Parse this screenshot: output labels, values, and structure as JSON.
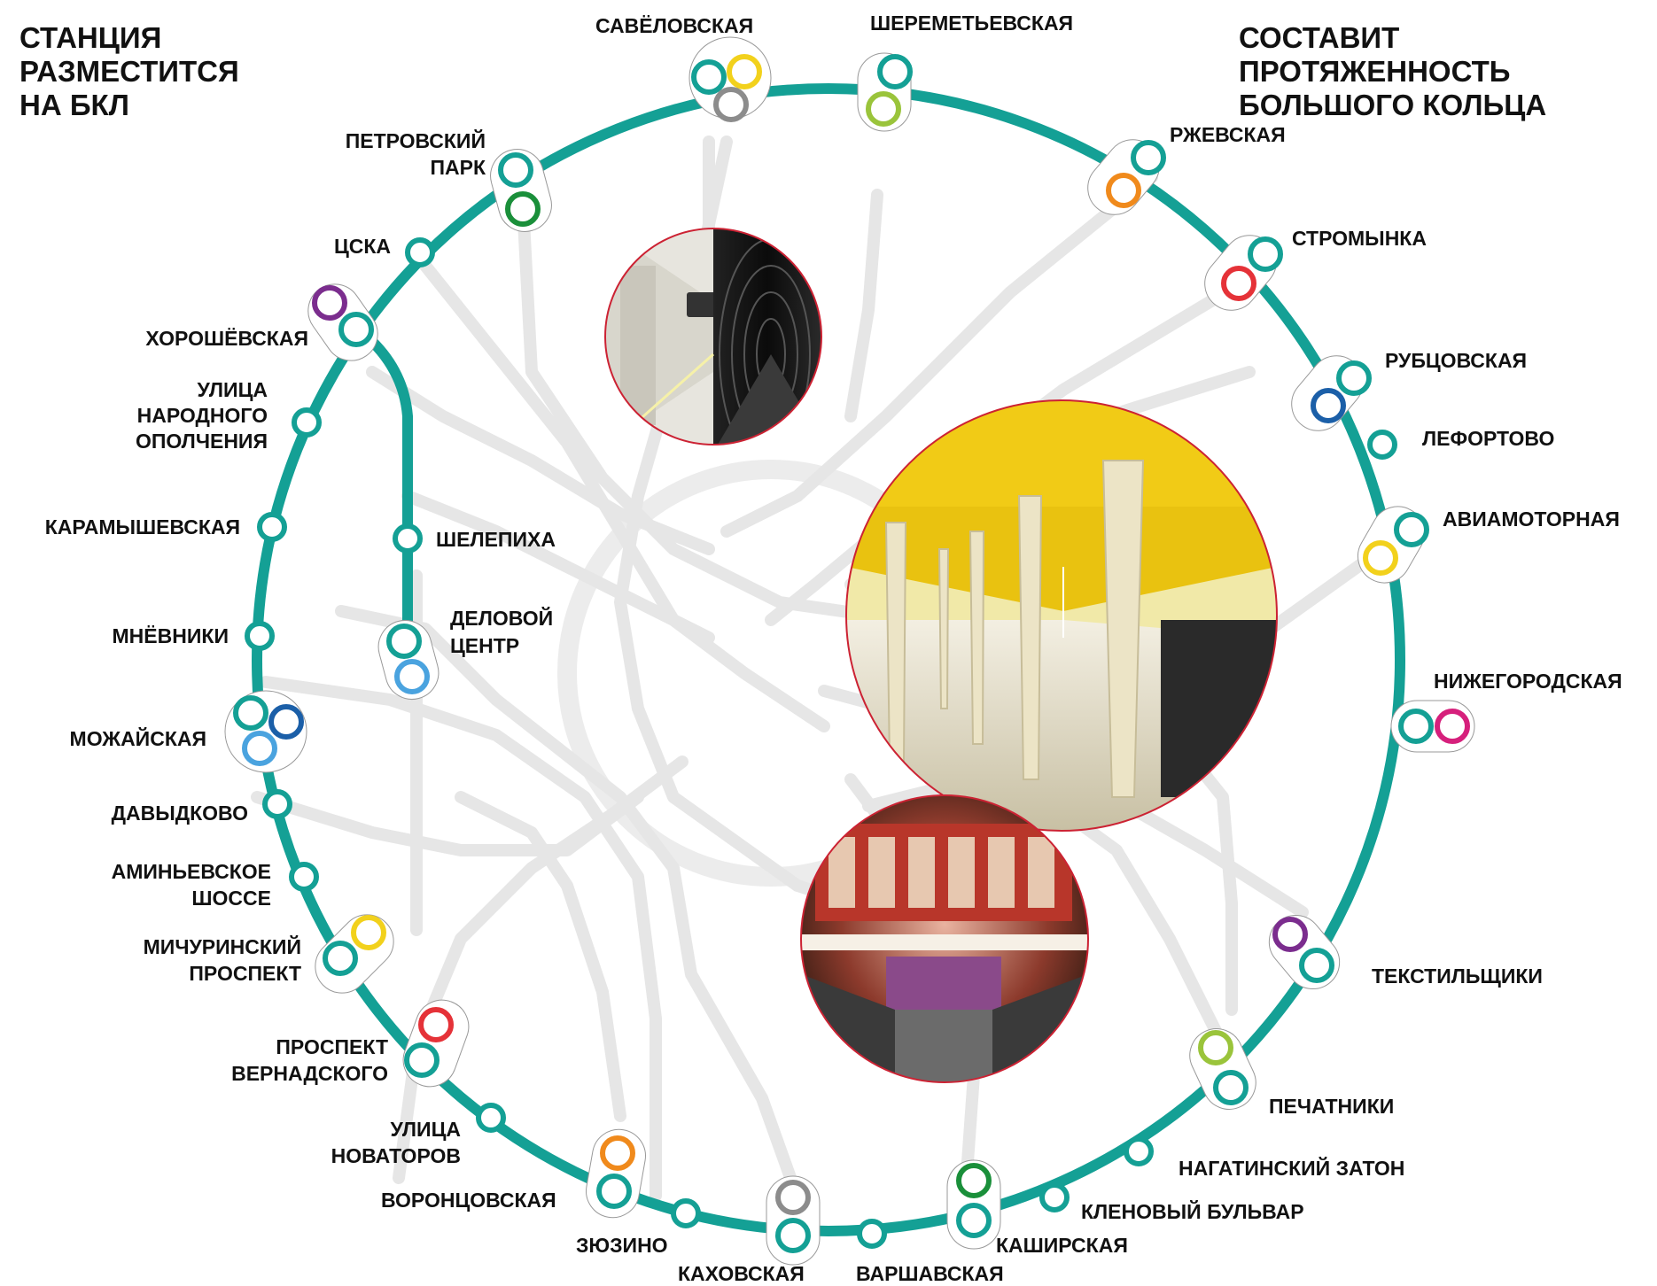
{
  "header": {
    "left_caption": [
      "СТАНЦИЯ",
      "РАЗМЕСТИТСЯ",
      "НА БКЛ"
    ],
    "right_caption": [
      "СОСТАВИТ ПРОТЯЖЕННОСТЬ",
      "БОЛЬШОГО КОЛЬЦА"
    ]
  },
  "colors": {
    "ring_line": "#14a095",
    "background_lines": "#e6e6e6",
    "photo_border": "#cc2233",
    "lines": {
      "zamoskvoretskaya_green": "#1a8f3a",
      "sokolnicheskaya_red": "#e53238",
      "filyovskaya_lightblue": "#4aa3df",
      "arbatsko_pokrovskaya_blue": "#1b5fa8",
      "kaluzhsko_rizhskaya_orange": "#f08a1c",
      "tagansko_krasnopresnenskaya_purple": "#7b2d8e",
      "kalininskaya_yellow": "#f2d11c",
      "serpukhovskaya_grey": "#8c8c8c",
      "lyublinskaya_lightgreen": "#9ac43b",
      "nekrasovskaya_pink": "#d6207c"
    }
  },
  "stations": [
    {
      "name": "САВЁЛОВСКАЯ",
      "transfers": [
        "kalininskaya_yellow",
        "serpukhovskaya_grey"
      ]
    },
    {
      "name": "ШЕРЕМЕТЬЕВСКАЯ",
      "transfers": [
        "lyublinskaya_lightgreen"
      ]
    },
    {
      "name": "РЖЕВСКАЯ",
      "transfers": [
        "kaluzhsko_rizhskaya_orange"
      ]
    },
    {
      "name": "СТРОМЫНКА",
      "transfers": [
        "sokolnicheskaya_red"
      ]
    },
    {
      "name": "РУБЦОВСКАЯ",
      "transfers": [
        "arbatsko_pokrovskaya_blue"
      ]
    },
    {
      "name": "ЛЕФОРТОВО",
      "transfers": []
    },
    {
      "name": "АВИАМОТОРНАЯ",
      "transfers": [
        "kalininskaya_yellow"
      ]
    },
    {
      "name": "НИЖЕГОРОДСКАЯ",
      "transfers": [
        "nekrasovskaya_pink"
      ]
    },
    {
      "name": "ТЕКСТИЛЬЩИКИ",
      "transfers": [
        "tagansko_krasnopresnenskaya_purple"
      ]
    },
    {
      "name": "ПЕЧАТНИКИ",
      "transfers": [
        "lyublinskaya_lightgreen"
      ]
    },
    {
      "name": "НАГАТИНСКИЙ ЗАТОН",
      "transfers": []
    },
    {
      "name": "КЛЕНОВЫЙ БУЛЬВАР",
      "transfers": []
    },
    {
      "name": "КАШИРСКАЯ",
      "transfers": [
        "zamoskvoretskaya_green"
      ]
    },
    {
      "name": "ВАРШАВСКАЯ",
      "transfers": []
    },
    {
      "name": "КАХОВСКАЯ",
      "transfers": [
        "serpukhovskaya_grey"
      ]
    },
    {
      "name": "ЗЮЗИНО",
      "transfers": []
    },
    {
      "name": "ВОРОНЦОВСКАЯ",
      "transfers": [
        "kaluzhsko_rizhskaya_orange"
      ]
    },
    {
      "name": "УЛИЦА НОВАТОРОВ",
      "transfers": []
    },
    {
      "name": "ПРОСПЕКТ ВЕРНАДСКОГО",
      "transfers": [
        "sokolnicheskaya_red"
      ]
    },
    {
      "name": "МИЧУРИНСКИЙ ПРОСПЕКТ",
      "transfers": [
        "kalininskaya_yellow"
      ]
    },
    {
      "name": "АМИНЬЕВСКОЕ ШОССЕ",
      "transfers": []
    },
    {
      "name": "ДАВЫДКОВО",
      "transfers": []
    },
    {
      "name": "МОЖАЙСКАЯ",
      "transfers": [
        "arbatsko_pokrovskaya_blue",
        "filyovskaya_lightblue"
      ]
    },
    {
      "name": "МНЁВНИКИ",
      "transfers": []
    },
    {
      "name": "КАРАМЫШЕВСКАЯ",
      "transfers": []
    },
    {
      "name": "УЛИЦА НАРОДНОГО ОПОЛЧЕНИЯ",
      "transfers": []
    },
    {
      "name": "ХОРОШЁВСКАЯ",
      "transfers": [
        "tagansko_krasnopresnenskaya_purple"
      ]
    },
    {
      "name": "ЦСКА",
      "transfers": []
    },
    {
      "name": "ПЕТРОВСКИЙ ПАРК",
      "transfers": [
        "zamoskvoretskaya_green"
      ]
    },
    {
      "name": "ШЕЛЕПИХА",
      "transfers": []
    },
    {
      "name": "ДЕЛОВОЙ ЦЕНТР",
      "transfers": [
        "filyovskaya_lightblue"
      ]
    }
  ],
  "labels": {
    "saviolovskaya": "САВЁЛОВСКАЯ",
    "sheremetyevskaya": "ШЕРЕМЕТЬЕВСКАЯ",
    "rzhevskaya": "РЖЕВСКАЯ",
    "stromynka": "СТРОМЫНКА",
    "rubtsovskaya": "РУБЦОВСКАЯ",
    "lefortovo": "ЛЕФОРТОВО",
    "aviamotornaya": "АВИАМОТОРНАЯ",
    "nizhegorodskaya": "НИЖЕГОРОДСКАЯ",
    "tekstilshchiki": "ТЕКСТИЛЬЩИКИ",
    "pechatniki": "ПЕЧАТНИКИ",
    "nagatinsky_zaton": "НАГАТИНСКИЙ ЗАТОН",
    "klenovy_bulvar": "КЛЕНОВЫЙ БУЛЬВАР",
    "kashirskaya": "КАШИРСКАЯ",
    "varshavskaya": "ВАРШАВСКАЯ",
    "kakhovskaya": "КАХОВСКАЯ",
    "zyuzino": "ЗЮЗИНО",
    "vorontsovskaya": "ВОРОНЦОВСКАЯ",
    "ulitsa_novatorov_1": "УЛИЦА",
    "ulitsa_novatorov_2": "НОВАТОРОВ",
    "prospekt_vernadskogo_1": "ПРОСПЕКТ",
    "prospekt_vernadskogo_2": "ВЕРНАДСКОГО",
    "michurinsky_1": "МИЧУРИНСКИЙ",
    "michurinsky_2": "ПРОСПЕКТ",
    "aminyevskoe_1": "АМИНЬЕВСКОЕ",
    "aminyevskoe_2": "ШОССЕ",
    "davydkovo": "ДАВЫДКОВО",
    "mozhayskaya": "МОЖАЙСКАЯ",
    "mnevniki": "МНЁВНИКИ",
    "karamyshevskaya": "КАРАМЫШЕВСКАЯ",
    "narodnogo_1": "УЛИЦА",
    "narodnogo_2": "НАРОДНОГО",
    "narodnogo_3": "ОПОЛЧЕНИЯ",
    "khoroshevskaya": "ХОРОШЁВСКАЯ",
    "cska": "ЦСКА",
    "petrovsky_1": "ПЕТРОВСКИЙ",
    "petrovsky_2": "ПАРК",
    "shelepikha": "ШЕЛЕПИХА",
    "delovoy_1": "ДЕЛОВОЙ",
    "delovoy_2": "ЦЕНТР"
  }
}
